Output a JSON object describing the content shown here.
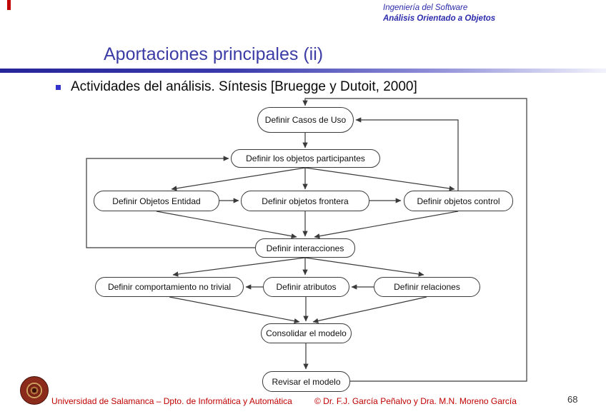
{
  "header": {
    "course": "Ingeniería del Software",
    "topic": "Análisis Orientado a Objetos"
  },
  "slide": {
    "title": "Aportaciones principales (ii)",
    "bullet": "Actividades del análisis. Síntesis [Bruegge y Dutoit, 2000]"
  },
  "diagram": {
    "nodes": {
      "casos": "Definir Casos de Uso",
      "participantes": "Definir los objetos participantes",
      "entidad": "Definir Objetos Entidad",
      "frontera": "Definir objetos frontera",
      "control": "Definir objetos control",
      "interacciones": "Definir interacciones",
      "comportamiento": "Definir comportamiento no trivial",
      "atributos": "Definir atributos",
      "relaciones": "Definir relaciones",
      "consolidar": "Consolidar el modelo",
      "revisar": "Revisar el modelo"
    },
    "edges": [
      "casos -> participantes",
      "participantes -> entidad",
      "participantes -> frontera",
      "participantes -> control",
      "entidad -> frontera",
      "frontera -> control",
      "entidad -> interacciones",
      "frontera -> interacciones",
      "control -> interacciones",
      "interacciones -> comportamiento",
      "interacciones -> atributos",
      "interacciones -> relaciones",
      "relaciones -> atributos",
      "atributos -> comportamiento",
      "comportamiento -> consolidar",
      "atributos -> consolidar",
      "relaciones -> consolidar",
      "consolidar -> revisar",
      "revisar -> casos (feedback)",
      "interacciones -> participantes (feedback)",
      "control -> casos (feedback)"
    ]
  },
  "footer": {
    "institution": "Universidad de Salamanca – Dpto. de Informática y Automática",
    "copyright": "© Dr. F.J. García Peñalvo y Dra. M.N. Moreno García",
    "page": "68"
  },
  "colors": {
    "accent_blue": "#3C3CA6",
    "rule_blue": "#26269A",
    "footer_red": "#C00000",
    "line_gray": "#3A3A3A",
    "bullet_blue": "#3333CC"
  }
}
